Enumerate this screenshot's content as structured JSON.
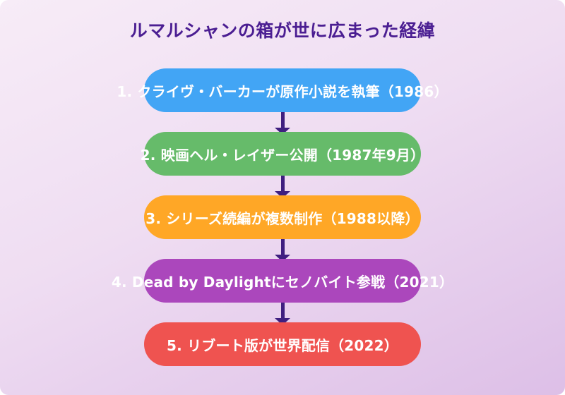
{
  "page": {
    "title": "ルマルシャンの箱が世に広まった経緯"
  },
  "theme": {
    "title_color": "#4b1e92",
    "arrow_color": "#3f1f80",
    "background_top": "#f7ecf7",
    "background_mid": "#efddf2",
    "background_bottom": "#ddbfe7",
    "step_text_color": "#ffffff"
  },
  "flow": {
    "steps": [
      {
        "label": "1. クライヴ・バーカーが原作小説を執筆（1986）",
        "color": "#42a5f5"
      },
      {
        "label": "2. 映画ヘル・レイザー公開（1987年9月）",
        "color": "#66bb6a"
      },
      {
        "label": "3. シリーズ続編が複数制作（1988以降）",
        "color": "#ffa726"
      },
      {
        "label": "4. Dead by Daylightにセノバイト参戦（2021）",
        "color": "#ab47bc"
      },
      {
        "label": "5. リブート版が世界配信（2022）",
        "color": "#ef5350"
      }
    ]
  }
}
